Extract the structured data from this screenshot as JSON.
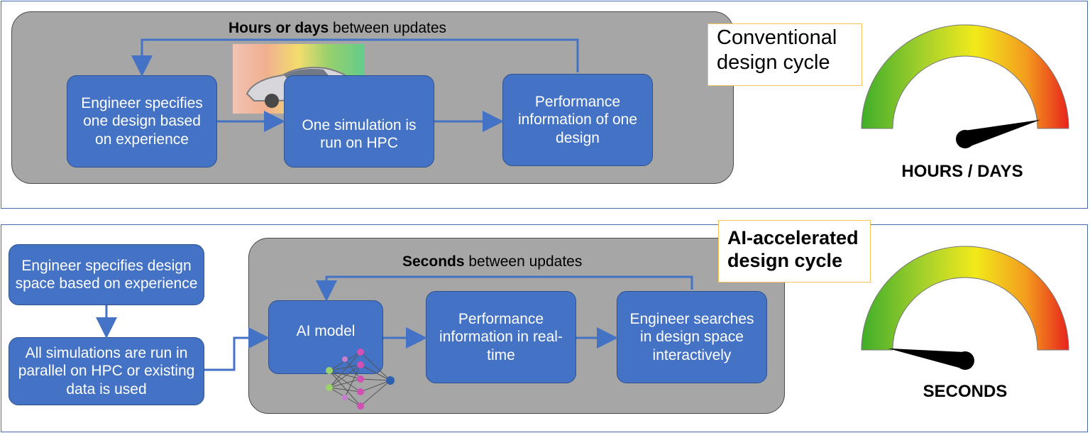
{
  "top": {
    "loop_heading_bold": "Hours or days",
    "loop_heading_rest": " between updates",
    "box_engineer": "Engineer specifies one design based on experience",
    "box_simulation": "One simulation is run on HPC",
    "box_performance": "Performance information of one design",
    "label": "Conventional design cycle",
    "gauge_label": "HOURS / DAYS",
    "gauge_level": 0.92
  },
  "bottom": {
    "box_design_space": "Engineer specifies design space based on experience",
    "box_all_sims": "All simulations are run in parallel on HPC or existing data is used",
    "loop_heading_bold": "Seconds",
    "loop_heading_rest": " between updates",
    "box_ai": "AI model",
    "box_performance": "Performance information in real-time",
    "box_engineer": "Engineer searches in design space interactively",
    "label": "AI-accelerated design cycle",
    "gauge_label": "SECONDS",
    "gauge_level": 0.05
  },
  "colors": {
    "box_fill": "#4472c4",
    "arrow": "#4472c4",
    "gray_area": "#a6a6a6",
    "label_border": "#f2c45a"
  }
}
